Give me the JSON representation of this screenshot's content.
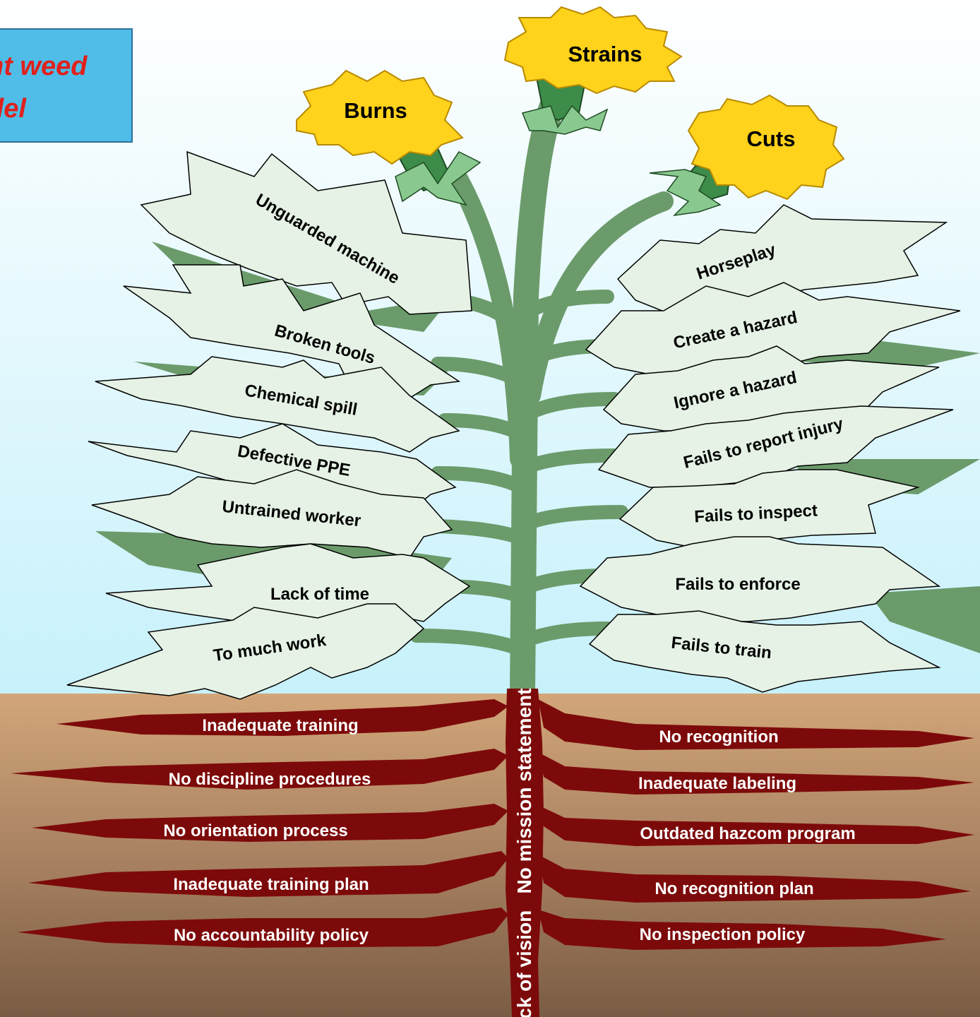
{
  "title_box": {
    "line1": "nt weed",
    "line2": "del"
  },
  "flowers": [
    {
      "label": "Burns"
    },
    {
      "label": "Strains"
    },
    {
      "label": "Cuts"
    }
  ],
  "left_leaves": [
    {
      "label": "Unguarded machine"
    },
    {
      "label": "Broken tools"
    },
    {
      "label": "Chemical spill"
    },
    {
      "label": "Defective  PPE"
    },
    {
      "label": "Untrained worker"
    },
    {
      "label": "Lack of time"
    },
    {
      "label": "To much work"
    }
  ],
  "right_leaves": [
    {
      "label": "Horseplay"
    },
    {
      "label": "Create a hazard"
    },
    {
      "label": "Ignore a hazard"
    },
    {
      "label": "Fails to report injury"
    },
    {
      "label": "Fails to inspect"
    },
    {
      "label": "Fails to enforce"
    },
    {
      "label": "Fails to train"
    }
  ],
  "taproot": {
    "label": "Lack of vision   No mission statement"
  },
  "left_roots": [
    {
      "label": "Inadequate training"
    },
    {
      "label": "No discipline procedures"
    },
    {
      "label": "No orientation process"
    },
    {
      "label": "Inadequate training plan"
    },
    {
      "label": "No accountability policy"
    }
  ],
  "right_roots": [
    {
      "label": "No recognition"
    },
    {
      "label": "Inadequate labeling"
    },
    {
      "label": "Outdated hazcom program"
    },
    {
      "label": "No recognition plan"
    },
    {
      "label": "No inspection policy"
    }
  ],
  "colors": {
    "sky_top": "#ffffff",
    "sky_bottom": "#c7f1fb",
    "soil_top": "#d2a679",
    "soil_bottom": "#7a5c44",
    "stem": "#6b9b6b",
    "leaf_fill": "#e5f2e5",
    "root": "#7d0a0a",
    "petal": "#ffd21c",
    "title_box": "#4fbde8",
    "title_text": "#e0201c"
  }
}
